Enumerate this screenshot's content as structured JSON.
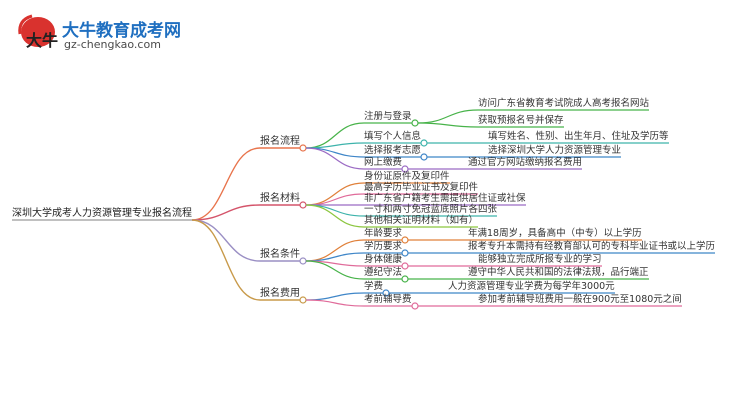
{
  "logo": {
    "mark_text": "大牛",
    "title": "大牛教育成考网",
    "url": "gz-chengkao.com"
  },
  "mindmap": {
    "root": "深圳大学成考人力资源管理专业报名流程",
    "colors": {
      "root_line": "#9b9b9b",
      "cat1": "#e8744c",
      "cat2": "#d4546a",
      "cat3": "#9a8fc4",
      "cat4": "#c89a4a",
      "green": "#48b34a",
      "teal": "#3db3ab",
      "blue": "#3f86c8",
      "purple": "#9b6bc4",
      "pink": "#e06b9a",
      "yellow": "#d8c23a",
      "orange": "#e0803a",
      "lime": "#8cc63f"
    },
    "categories": [
      {
        "label": "报名流程",
        "items": [
          {
            "label": "注册与登录",
            "details": [
              "访问广东省教育考试院成人高考报名网站",
              "获取预报名号并保存"
            ]
          },
          {
            "label": "填写个人信息",
            "details": [
              "填写姓名、性别、出生年月、住址及学历等"
            ]
          },
          {
            "label": "选择报考志愿",
            "details": [
              "选择深圳大学人力资源管理专业"
            ]
          },
          {
            "label": "网上缴费",
            "details": [
              "通过官方网站缴纳报名费用"
            ]
          }
        ]
      },
      {
        "label": "报名材料",
        "items": [
          {
            "label": "身份证原件及复印件",
            "details": []
          },
          {
            "label": "最高学历毕业证书及复印件",
            "details": []
          },
          {
            "label": "非广东省户籍考生需提供居住证或社保",
            "details": []
          },
          {
            "label": "一寸和两寸免冠蓝底照片各四张",
            "details": []
          },
          {
            "label": "其他相关证明材料（如有）",
            "details": []
          }
        ]
      },
      {
        "label": "报名条件",
        "items": [
          {
            "label": "年龄要求",
            "details": [
              "年满18周岁，具备高中（中专）以上学历"
            ]
          },
          {
            "label": "学历要求",
            "details": [
              "报考专升本需持有经教育部认可的专科毕业证书或以上学历"
            ]
          },
          {
            "label": "身体健康",
            "details": [
              "能够独立完成所报专业的学习"
            ]
          },
          {
            "label": "遵纪守法",
            "details": [
              "遵守中华人民共和国的法律法规，品行端正"
            ]
          }
        ]
      },
      {
        "label": "报名费用",
        "items": [
          {
            "label": "学费",
            "details": [
              "人力资源管理专业学费为每学年3000元"
            ]
          },
          {
            "label": "考前辅导费",
            "details": [
              "参加考前辅导班费用一般在900元至1080元之间"
            ]
          }
        ]
      }
    ]
  }
}
